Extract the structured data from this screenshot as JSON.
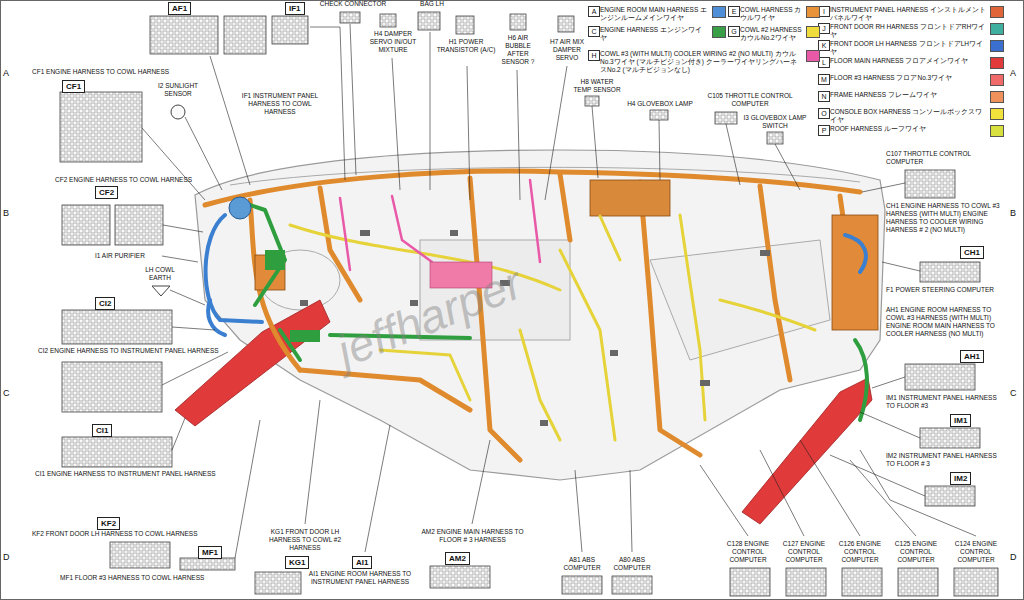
{
  "diagram": {
    "nodes": [
      {
        "text": [
          "AF1"
        ]
      },
      {
        "text": [
          "IF1"
        ]
      },
      {
        "text": [
          "CF1"
        ]
      },
      {
        "text": [
          "CF2"
        ]
      },
      {
        "text": [
          "CI2"
        ]
      },
      {
        "text": [
          "CI1"
        ]
      },
      {
        "text": [
          "KF2"
        ]
      },
      {
        "text": [
          "MF1"
        ]
      },
      {
        "text": [
          "KG1"
        ]
      },
      {
        "text": [
          "AI1"
        ]
      },
      {
        "text": [
          "AM2"
        ]
      },
      {
        "text": [
          "CH1"
        ]
      },
      {
        "text": [
          "AH1"
        ]
      },
      {
        "text": [
          "IM1"
        ]
      },
      {
        "text": [
          "IM2"
        ]
      }
    ],
    "labels": [
      "CF1 ENGINE HARNESS TO COWL HARNESS",
      "IF1 INSTRUMENT PANEL HARNESS TO COWL HARNESS",
      "CHECK CONNECTOR",
      "BAG LH",
      "H4 DAMPER SERVO IN/OUT MIXTURE",
      "H1 POWER TRANSISTOR (A/C)",
      "H6 AIR BUBBLE AFTER SENSOR ?",
      "H7 AIR MIX DAMPER SERVO",
      "H8 WATER TEMP SENSOR",
      "H4 GLOVEBOX LAMP",
      "C105 THROTTLE CONTROL COMPUTER",
      "I3 GLOVEBOX LAMP SWITCH",
      "C107 THROTTLE CONTROL COMPUTER",
      "CH1 ENGINE HARNESS TO COWL #3 HARNESS (WITH MULTI) ENGINE HARNESS TO COOLER WIRING HARNESS # 2 (NO MULTI)",
      "F1 POWER STEERING COMPUTER",
      "AH1 ENGINE ROOM HARNESS TO COWL #3 HARNESS (WITH MULTI) ENGINE ROOM MAIN HARNESS TO COOLER HARNESS (NO MULTI)",
      "IM1 INSTRUMENT PANEL HARNESS TO FLOOR #3",
      "IM2 INSTRUMENT PANEL HARNESS TO FLOOR # 3",
      "C124 ENGINE CONTROL COMPUTER",
      "C125 ENGINE CONTROL COMPUTER",
      "C126 ENGINE CONTROL COMPUTER",
      "C127 ENGINE CONTROL COMPUTER",
      "C128 ENGINE CONTROL COMPUTER",
      "A80 ABS COMPUTER",
      "A81 ABS COMPUTER",
      "AM2 ENGINE MAIN HARNESS TO FLOOR # 3 HARNESS",
      "AI1 ENGINE ROOM HARNESS TO INSTRUMENT PANEL HARNESS",
      "KG1 FRONT DOOR LH HARNESS TO COWL #2 HARNESS",
      "MF1 FLOOR #3 HARNESS TO COWL HARNESS",
      "KF2 FRONT DOOR LH HARNESS TO COWL HARNESS",
      "CI1 ENGINE HARNESS TO INSTRUMENT PANEL HARNESS",
      "CI2 ENGINE HARNESS TO INSTRUMENT PANEL HARNESS",
      "I1 AIR PURIFIER",
      "LH COWL EARTH",
      "CF2 ENGINE HARNESS TO COWL HARNESS",
      "I2 SUNLIGHT SENSOR",
      "A",
      "B",
      "C",
      "D",
      "A",
      "B",
      "C",
      "D",
      "jeffharper",
      "A",
      "E",
      "I",
      "C",
      "G",
      "J",
      "H",
      "K",
      "L",
      "M",
      "N",
      "O",
      "P"
    ],
    "legend": [
      {
        "text": "ENGINE ROOM MAIN HARNESS エンジンルームメインワイヤ",
        "color": "#4f8fd8"
      },
      {
        "text": "COWL HARNESS カウルワイヤ",
        "color": "#e8923a"
      },
      {
        "text": "INSTRUMENT PANEL HARNESS インストルメントパネルワイヤ",
        "color": "#e0663a"
      },
      {
        "text": "ENGINE HARNESS エンジンワイヤ",
        "color": "#3aa048"
      },
      {
        "text": "COWL #2 HARNESS カウルNo.2ワイヤ",
        "color": "#f0dc3c"
      },
      {
        "text": "FRONT DOOR RH HARNESS フロントドアRHワイヤ",
        "color": "#3fb0a0"
      },
      {
        "text": "COWL #3 (WITH MULTI) COOLER WIRING #2 (NO MULTI) カウルNo.3ワイヤ (マルチビジョン付き) クーラーワイヤリングハーネスNo.2 (マルチビジョンなし)",
        "color": "#e85aa8"
      },
      {
        "text": "FRONT DOOR LH HARNESS フロントドアLHワイヤ",
        "color": "#3a6fd0"
      },
      {
        "text": "FLOOR MAIN HARNESS フロアメインワイヤ",
        "color": "#e03a3a"
      },
      {
        "text": "FLOOR #3 HARNESS フロアNo.3ワイヤ",
        "color": "#f06a6a"
      },
      {
        "text": "FRAME HARNESS フレームワイヤ",
        "color": "#f0905a"
      },
      {
        "text": "CONSOLE BOX HARNESS コンソールボックスワイヤ",
        "color": "#f2e23c"
      },
      {
        "text": "ROOF HARNESS ルーフワイヤ",
        "color": "#d8e040"
      }
    ]
  }
}
